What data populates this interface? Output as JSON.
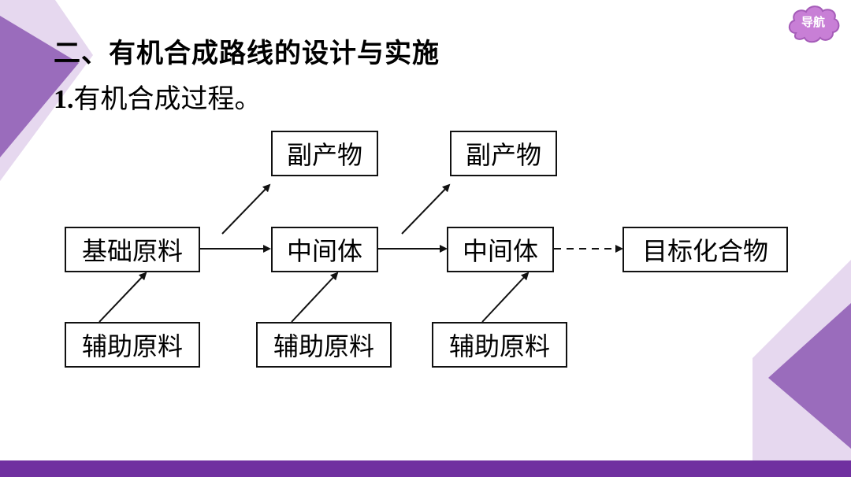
{
  "title": "二、有机合成路线的设计与实施",
  "subtitle": {
    "num": "1.",
    "text": "有机合成过程。"
  },
  "nav": {
    "label": "导航"
  },
  "diagram": {
    "byproduct_1": "副产物",
    "byproduct_2": "副产物",
    "raw_material": "基础原料",
    "intermediate_1": "中间体",
    "intermediate_2": "中间体",
    "target": "目标化合物",
    "aux_1": "辅助原料",
    "aux_2": "辅助原料",
    "aux_3": "辅助原料"
  },
  "colors": {
    "accent": "#7030a0",
    "nav_fill": "#c87fd6",
    "deco_light": "#d9c6e6",
    "deco_dark": "#8b5cae"
  }
}
